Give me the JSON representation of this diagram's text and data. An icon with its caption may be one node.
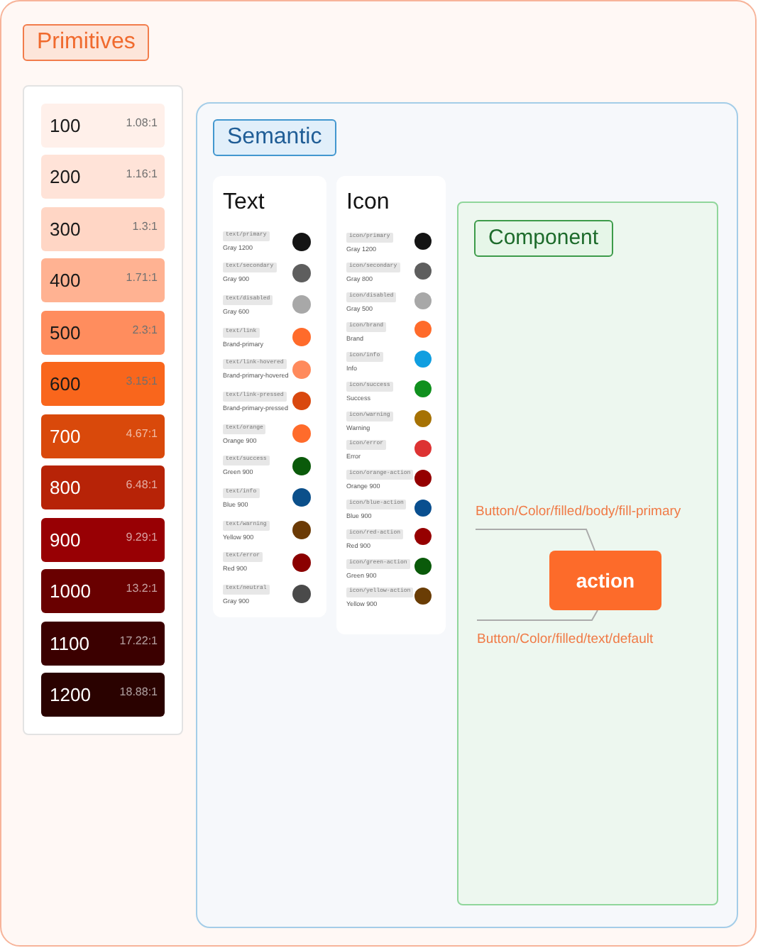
{
  "diagram": {
    "nodes": [
      {
        "text": [
          "Primitives"
        ]
      },
      {
        "text": [],
        "shape": "box",
        "in": 0
      },
      {
        "text": [
          "100",
          "1.08:1"
        ],
        "in": 1
      },
      {
        "text": [
          "200",
          "1.16:1"
        ],
        "in": 1
      },
      {
        "text": [
          "300",
          "1.3:1"
        ],
        "in": 1
      },
      {
        "text": [
          "400",
          "1.71:1"
        ],
        "in": 1
      },
      {
        "text": [
          "500",
          "2.3:1"
        ],
        "in": 1
      },
      {
        "text": [
          "600",
          "3.15:1"
        ],
        "in": 1
      },
      {
        "text": [
          "700",
          "4.67:1"
        ],
        "in": 1
      },
      {
        "text": [
          "800",
          "6.48:1"
        ],
        "in": 1
      },
      {
        "text": [
          "900",
          "9.29:1"
        ],
        "in": 1
      },
      {
        "text": [
          "1000",
          "13.2:1"
        ],
        "in": 1
      },
      {
        "text": [
          "1100",
          "17.22:1"
        ],
        "in": 1
      },
      {
        "text": [
          "1200",
          "18.88:1"
        ],
        "in": 1
      },
      {
        "text": [
          "Semantic"
        ],
        "in": 0
      },
      {
        "text": [
          "Text"
        ],
        "in": 14
      },
      {
        "text": [
          "text/primary"
        ],
        "beside": [
          "Gray 1200"
        ],
        "in": 15
      },
      {
        "text": [
          "text/secondary"
        ],
        "beside": [
          "Gray 900"
        ],
        "in": 15
      },
      {
        "text": [
          "text/disabled"
        ],
        "beside": [
          "Gray 600"
        ],
        "in": 15
      },
      {
        "text": [
          "text/link"
        ],
        "beside": [
          "Brand-primary"
        ],
        "in": 15
      },
      {
        "text": [
          "text/link-hovered"
        ],
        "beside": [
          "Brand-primary-hovered"
        ],
        "in": 15
      },
      {
        "text": [
          "text/link-pressed"
        ],
        "beside": [
          "Brand-primary-pressed"
        ],
        "in": 15
      },
      {
        "text": [
          "text/orange"
        ],
        "beside": [
          "Orange 900"
        ],
        "in": 15
      },
      {
        "text": [
          "text/success"
        ],
        "beside": [
          "Green 900"
        ],
        "in": 15
      },
      {
        "text": [
          "text/info"
        ],
        "beside": [
          "Blue 900"
        ],
        "in": 15
      },
      {
        "text": [
          "text/warning"
        ],
        "beside": [
          "Yellow 900"
        ],
        "in": 15
      },
      {
        "text": [
          "text/error"
        ],
        "beside": [
          "Red 900"
        ],
        "in": 15
      },
      {
        "text": [
          "text/neutral"
        ],
        "beside": [
          "Gray 900"
        ],
        "in": 15
      },
      {
        "text": [
          "Icon"
        ],
        "in": 14
      },
      {
        "text": [
          "icon/primary"
        ],
        "beside": [
          "Gray 1200"
        ],
        "in": 28
      },
      {
        "text": [
          "icon/secondary"
        ],
        "beside": [
          "Gray 800"
        ],
        "in": 28
      },
      {
        "text": [
          "icon/disabled"
        ],
        "beside": [
          "Gray 500"
        ],
        "in": 28
      },
      {
        "text": [
          "icon/brand"
        ],
        "beside": [
          "Brand"
        ],
        "in": 28
      },
      {
        "text": [
          "icon/info"
        ],
        "beside": [
          "Info"
        ],
        "in": 28
      },
      {
        "text": [
          "icon/success"
        ],
        "beside": [
          "Success"
        ],
        "in": 28
      },
      {
        "text": [
          "icon/warning"
        ],
        "beside": [
          "Warning"
        ],
        "in": 28
      },
      {
        "text": [
          "icon/error"
        ],
        "beside": [
          "Error"
        ],
        "in": 28
      },
      {
        "text": [
          "icon/orange-action"
        ],
        "beside": [
          "Orange 900"
        ],
        "in": 28
      },
      {
        "text": [
          "icon/blue-action"
        ],
        "beside": [
          "Blue 900"
        ],
        "in": 28
      },
      {
        "text": [
          "icon/red-action"
        ],
        "beside": [
          "Red 900"
        ],
        "in": 28
      },
      {
        "text": [
          "icon/green-action"
        ],
        "beside": [
          "Green 900"
        ],
        "in": 28
      },
      {
        "text": [
          "icon/yellow-action"
        ],
        "beside": [
          "Yellow 900"
        ],
        "in": 28
      },
      {
        "text": [
          "Component"
        ],
        "in": 14
      },
      {
        "text": [
          "Button/Color/filled/body/fill-primary"
        ],
        "in": 42
      },
      {
        "text": [
          "action"
        ],
        "in": 42
      },
      {
        "text": [
          "Button/Color/filled/text/default"
        ],
        "in": 42
      }
    ],
    "edges": [
      {
        "from": 43,
        "to": 44,
        "arrow": "none"
      },
      {
        "from": 45,
        "to": 44,
        "arrow": "none"
      }
    ]
  }
}
